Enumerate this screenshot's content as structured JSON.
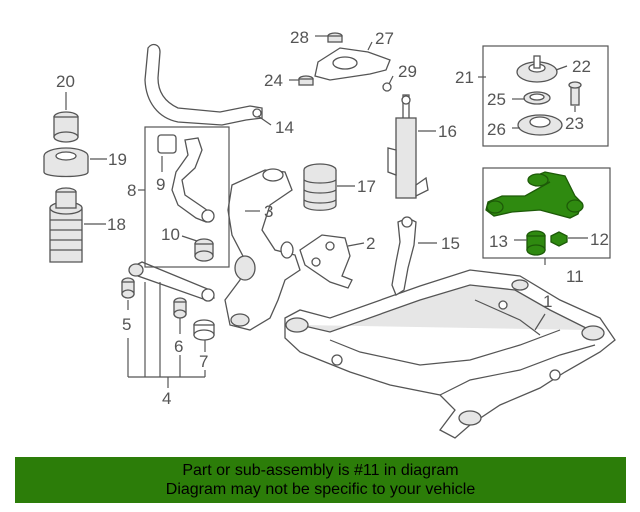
{
  "diagram": {
    "callouts": {
      "n1": "1",
      "n2": "2",
      "n3": "3",
      "n4": "4",
      "n5": "5",
      "n6": "6",
      "n7": "7",
      "n8": "8",
      "n9": "9",
      "n10": "10",
      "n11": "11",
      "n12": "12",
      "n13": "13",
      "n14": "14",
      "n15": "15",
      "n16": "16",
      "n17": "17",
      "n18": "18",
      "n19": "19",
      "n20": "20",
      "n21": "21",
      "n22": "22",
      "n23": "23",
      "n24": "24",
      "n25": "25",
      "n26": "26",
      "n27": "27",
      "n28": "28",
      "n29": "29"
    },
    "highlight_color": "#2f8a10"
  },
  "banner": {
    "line1": "Part or sub-assembly is #11 in diagram",
    "line2": "Diagram may not be specific to your vehicle",
    "background": "#2c7d09"
  }
}
